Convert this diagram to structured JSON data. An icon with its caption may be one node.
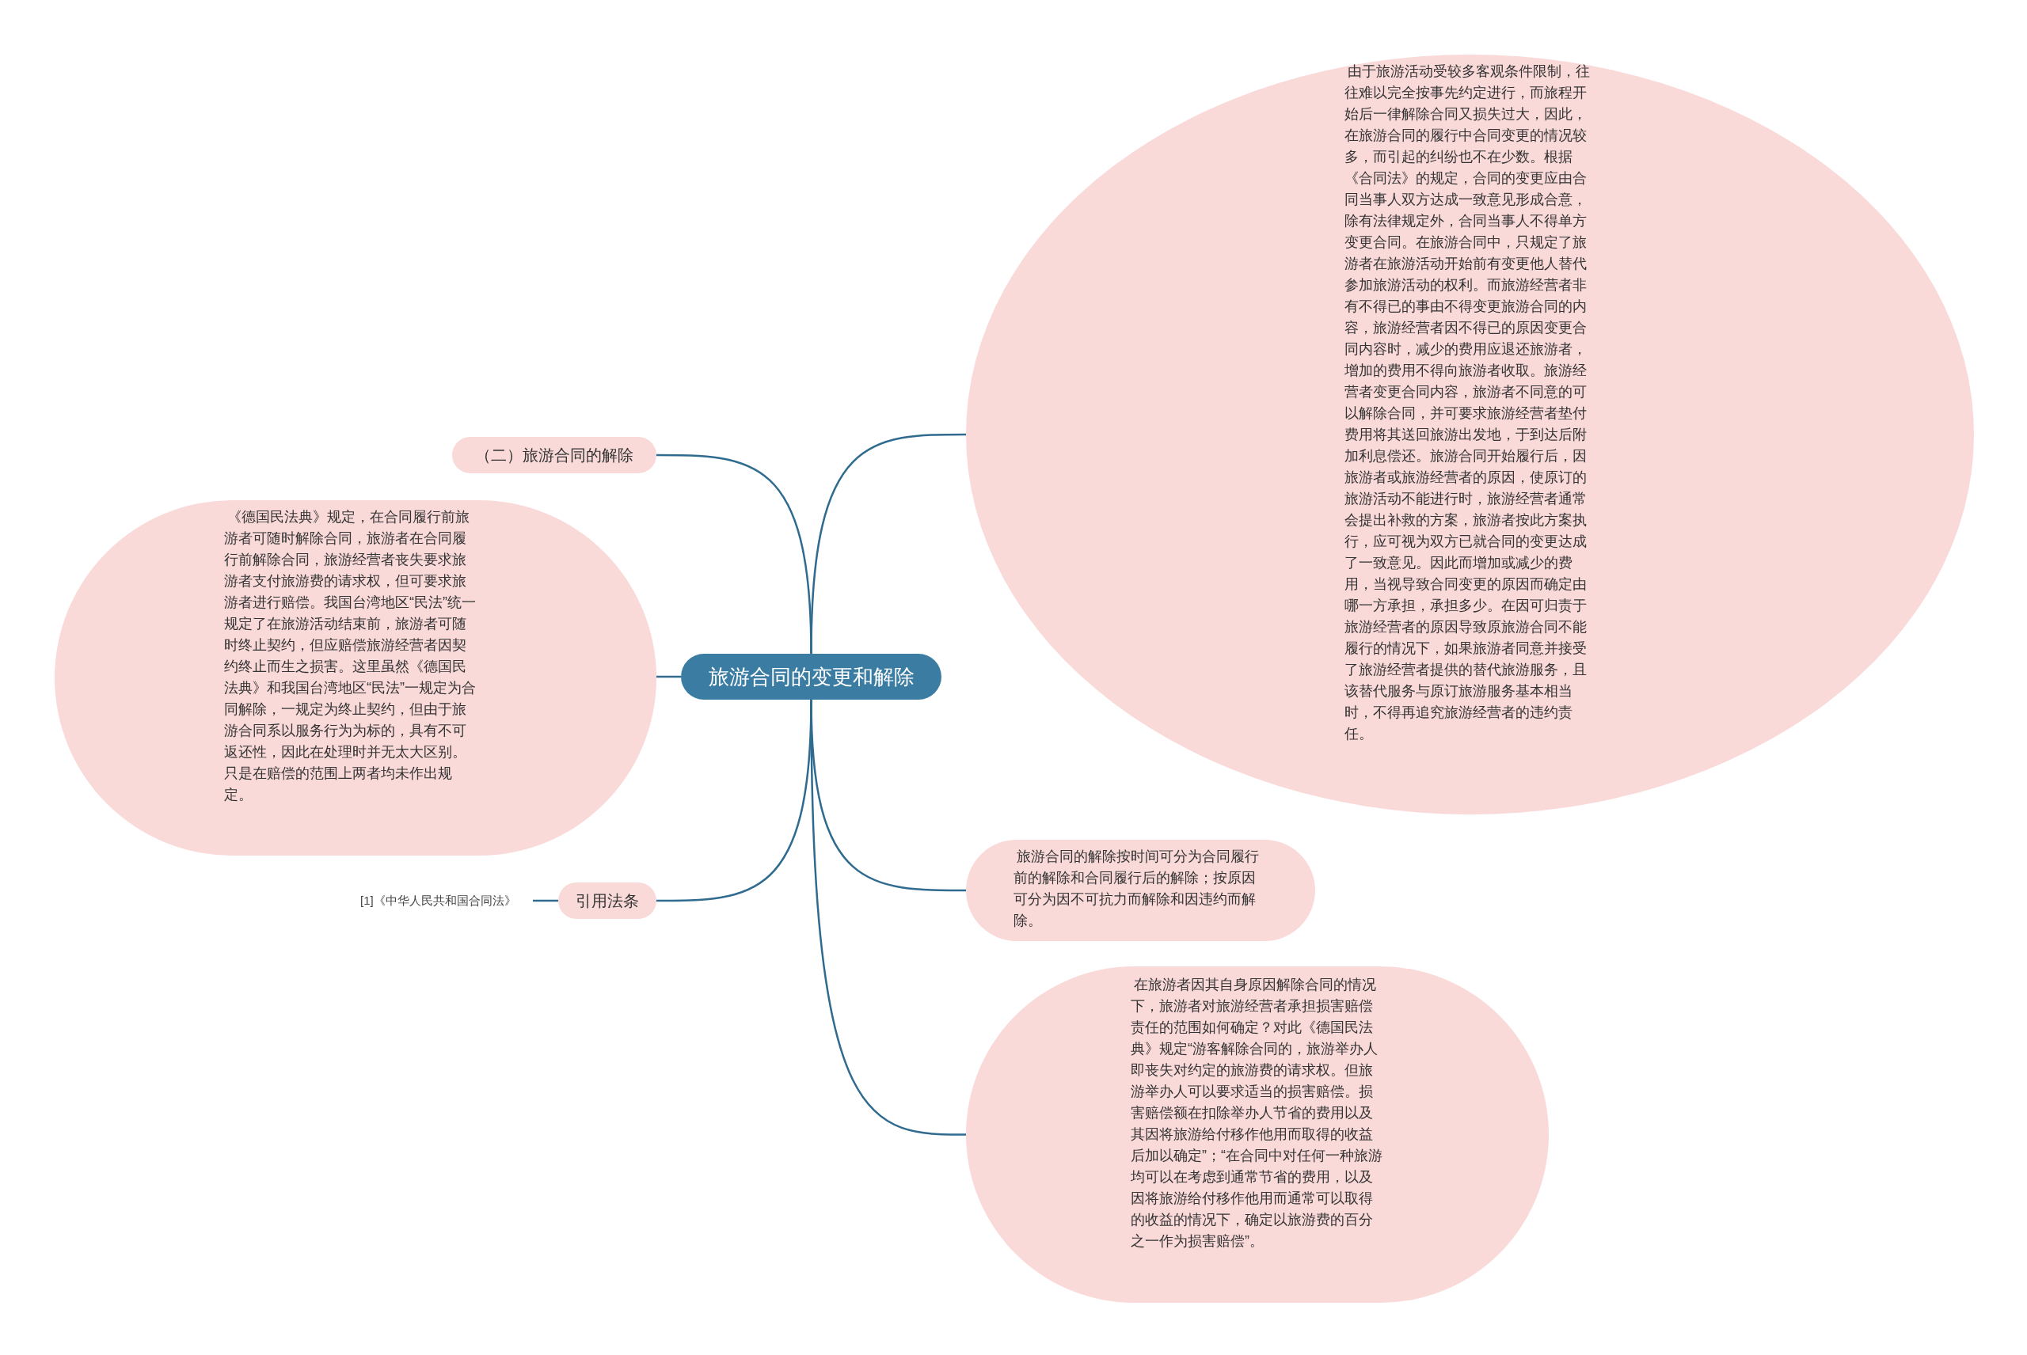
{
  "diagram": {
    "nodes": [
      {
        "text": [
          "旅游合同的变更和解除"
        ]
      },
      {
        "text": [
          "（二）旅游合同的解除"
        ]
      },
      {
        "text": [
          "《德国民法典》规定，在合同履行前旅游者可随时解除合同，旅游者在合同履行前解除合同，旅游经营者丧失要求旅游者支付旅游费的请求权，但可要求旅游者进行赔偿。我国台湾地区“民法”统一规定了在旅游活动结束前，旅游者可随时终止契约，但应赔偿旅游经营者因契约终止而生之损害。这里虽然《德国民法典》和我国台湾地区“民法”一规定为合同解除，一规定为终止契约，但由于旅游合同系以服务行为为标的，具有不可返还性，因此在处理时并无太大区别。只是在赔偿的范围上两者均未作出规定。"
        ]
      },
      {
        "text": [
          "引用法条"
        ]
      },
      {
        "text": [
          "[1]《中华人民共和国合同法》"
        ]
      },
      {
        "text": [
          "由于旅游活动受较多客观条件限制，往往难以完全按事先约定进行，而旅程开始后一律解除合同又损失过大，因此，在旅游合同的履行中合同变更的情况较多，而引起的纠纷也不在少数。根据《合同法》的规定，合同的变更应由合同当事人双方达成一致意见形成合意，除有法律规定外，合同当事人不得单方变更合同。在旅游合同中，只规定了旅游者在旅游活动开始前有变更他人替代参加旅游活动的权利。而旅游经营者非有不得已的事由不得变更旅游合同的内容，旅游经营者因不得已的原因变更合同内容时，减少的费用应退还旅游者，增加的费用不得向旅游者收取。旅游经营者变更合同内容，旅游者不同意的可以解除合同，并可要求旅游经营者垫付费用将其送回旅游出发地，于到达后附加利息偿还。旅游合同开始履行后，因旅游者或旅游经营者的原因，使原订的旅游活动不能进行时，旅游经营者通常会提出补救的方案，旅游者按此方案执行，应可视为双方已就合同的变更达成了一致意见。因此而增加或减少的费用，当视导致合同变更的原因而确定由哪一方承担，承担多少。在因可归责于旅游经营者的原因导致原旅游合同不能履行的情况下，如果旅游者同意并接受了旅游经营者提供的替代旅游服务，且该替代服务与原订旅游服务基本相当时，不得再追究旅游经营者的违约责任。"
        ]
      },
      {
        "text": [
          "旅游合同的解除按时间可分为合同履行前的解除和合同履行后的解除；按原因可分为因不可抗力而解除和因违约而解除。"
        ]
      },
      {
        "text": [
          "在旅游者因其自身原因解除合同的情况下，旅游者对旅游经营者承担损害赔偿责任的范围如何确定？对此《德国民法典》规定“游客解除合同的，旅游举办人即丧失对约定的旅游费的请求权。但旅游举办人可以要求适当的损害赔偿。损害赔偿额在扣除举办人节省的费用以及其因将旅游给付移作他用而取得的收益后加以确定”；“在合同中对任何一种旅游均可以在考虑到通常节省的费用，以及因将旅游给付移作他用而通常可以取得的收益的情况下，确定以旅游费的百分之一作为损害赔偿”。"
        ]
      }
    ],
    "edges": [
      {
        "from": 0,
        "to": 1,
        "arrow": "none"
      },
      {
        "from": 0,
        "to": 2,
        "arrow": "none"
      },
      {
        "from": 0,
        "to": 3,
        "arrow": "none"
      },
      {
        "from": 3,
        "to": 4,
        "arrow": "none"
      },
      {
        "from": 0,
        "to": 5,
        "arrow": "none"
      },
      {
        "from": 0,
        "to": 6,
        "arrow": "none"
      },
      {
        "from": 0,
        "to": 7,
        "arrow": "none"
      }
    ]
  }
}
